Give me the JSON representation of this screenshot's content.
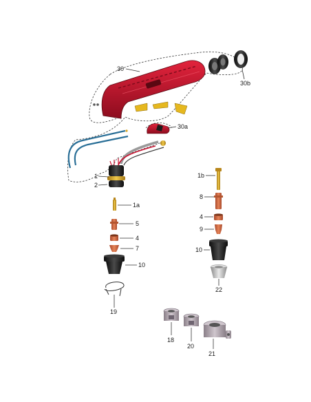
{
  "labels": {
    "torch": "30",
    "ring_set": "30b",
    "trigger": "30a",
    "body": "1",
    "adapter": "2",
    "electrode": "1a",
    "swirl": "5",
    "spacer_left": "4",
    "tip_left": "7",
    "shield_left": "10",
    "spring": "19",
    "electrode_long": "1b",
    "swirl_long": "8",
    "spacer_right": "4",
    "tip_right": "9",
    "shield_right": "10",
    "cap_silver": "22",
    "guide_a": "18",
    "guide_b": "20",
    "guide_c": "21"
  },
  "colors": {
    "handle_red": "#c8102e",
    "handle_dark": "#7a0a1a",
    "brass": "#d9a521",
    "copper": "#d2693c",
    "black": "#1b1b1b",
    "steel": "#b9b9b9",
    "cable_blue": "#2a6f97",
    "yellow": "#e6b81f"
  }
}
